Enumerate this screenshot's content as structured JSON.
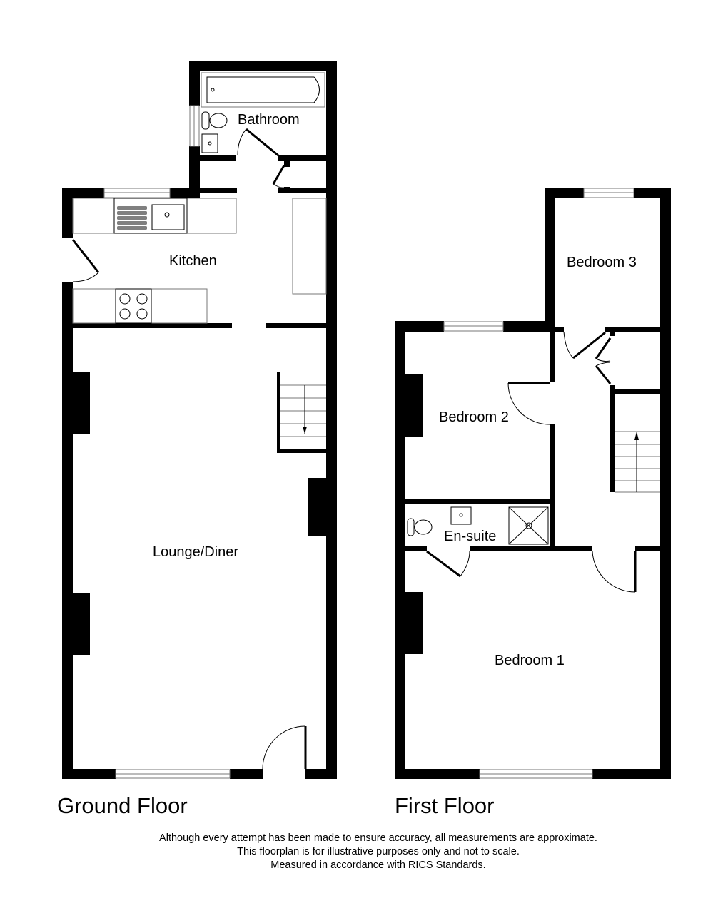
{
  "floors": [
    {
      "name": "Ground Floor",
      "rooms": [
        "Bathroom",
        "Kitchen",
        "Lounge/Diner"
      ]
    },
    {
      "name": "First Floor",
      "rooms": [
        "Bedroom 3",
        "Bedroom 2",
        "En-suite",
        "Bedroom 1"
      ]
    }
  ],
  "disclaimer": [
    "Although every attempt has been made to ensure accuracy, all measurements are approximate.",
    "This floorplan is for illustrative purposes only and not to scale.",
    "Measured in accordance with RICS Standards."
  ]
}
